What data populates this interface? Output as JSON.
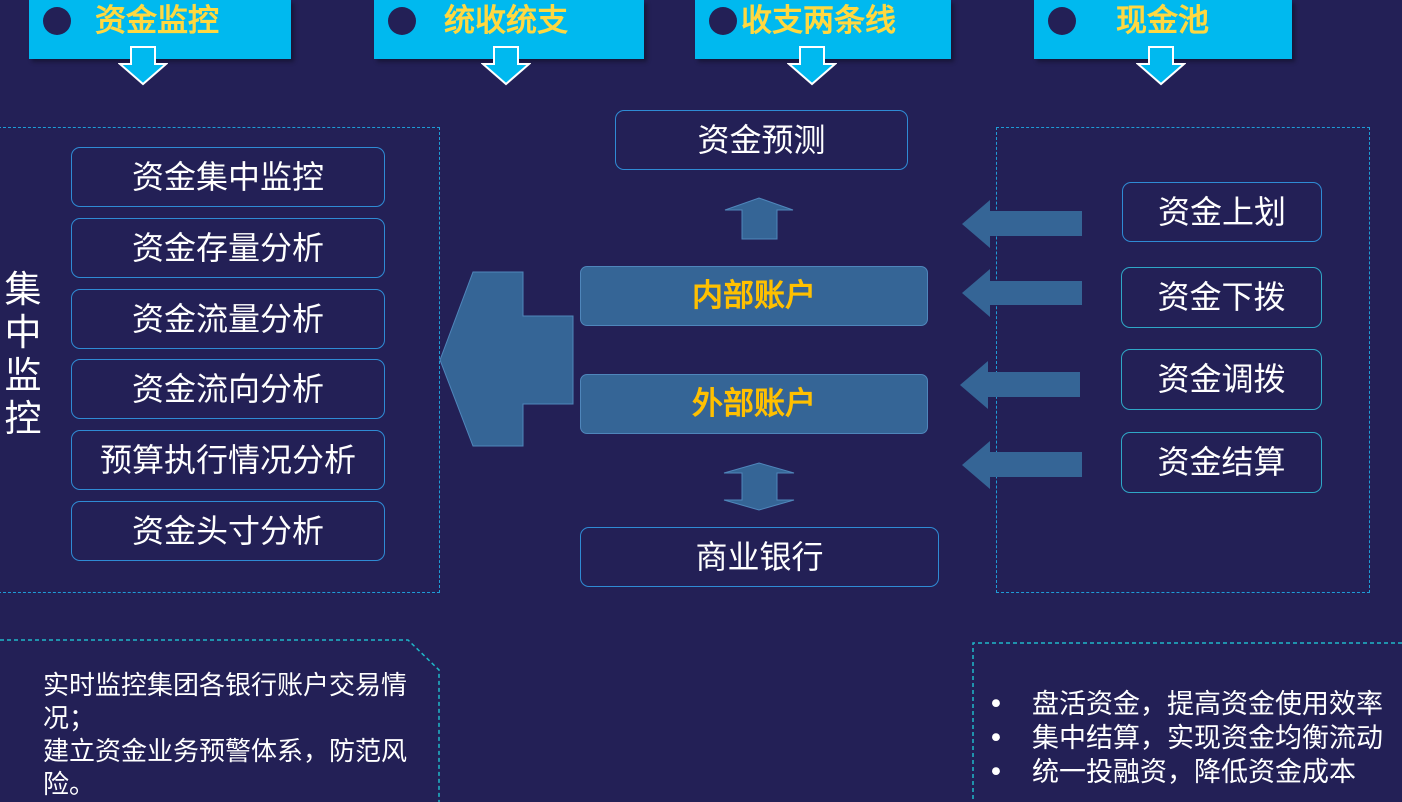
{
  "header_tabs": [
    "资金监控",
    "统收统支",
    "收支两条线",
    "现金池"
  ],
  "monitor_panel": {
    "vertical_title": [
      "集",
      "中",
      "监",
      "控"
    ],
    "items": [
      "资金集中监控",
      "资金存量分析",
      "资金流量分析",
      "资金流向分析",
      "预算执行情况分析",
      "资金头寸分析"
    ]
  },
  "center": {
    "forecast": "资金预测",
    "internal_account": "内部账户",
    "external_account": "外部账户",
    "bank": "商业银行"
  },
  "pool_panel": {
    "items": [
      "资金上划",
      "资金下拨",
      "资金调拨",
      "资金结算"
    ]
  },
  "notes": {
    "left": [
      "实时监控集团各银行账户交易情况；",
      "建立资金业务预警体系，防范风险。"
    ],
    "right": [
      "盘活资金，提高资金使用效率",
      "集中结算，实现资金均衡流动",
      "统一投融资，降低资金成本"
    ]
  },
  "colors": {
    "background": "#232056",
    "tab": "#00b9ef",
    "tab_text": "#ffd840",
    "account_box": "#356596",
    "account_text": "#ffc000",
    "arrow": "#356596",
    "dashed_border": "#1f9bd6"
  }
}
